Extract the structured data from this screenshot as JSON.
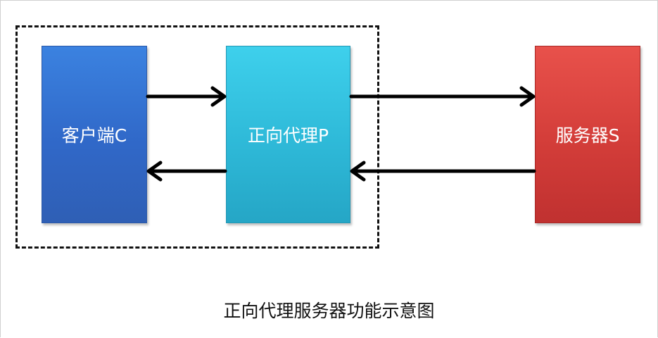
{
  "nodes": {
    "client": "客户端C",
    "proxy": "正向代理P",
    "server": "服务器S"
  },
  "caption": "正向代理服务器功能示意图",
  "colors": {
    "client": "#3068c8",
    "proxy": "#2eb9d8",
    "server": "#d33d39",
    "arrow": "#000000"
  },
  "edges": [
    {
      "from": "client",
      "to": "proxy"
    },
    {
      "from": "proxy",
      "to": "server"
    },
    {
      "from": "server",
      "to": "proxy"
    },
    {
      "from": "proxy",
      "to": "client"
    }
  ]
}
